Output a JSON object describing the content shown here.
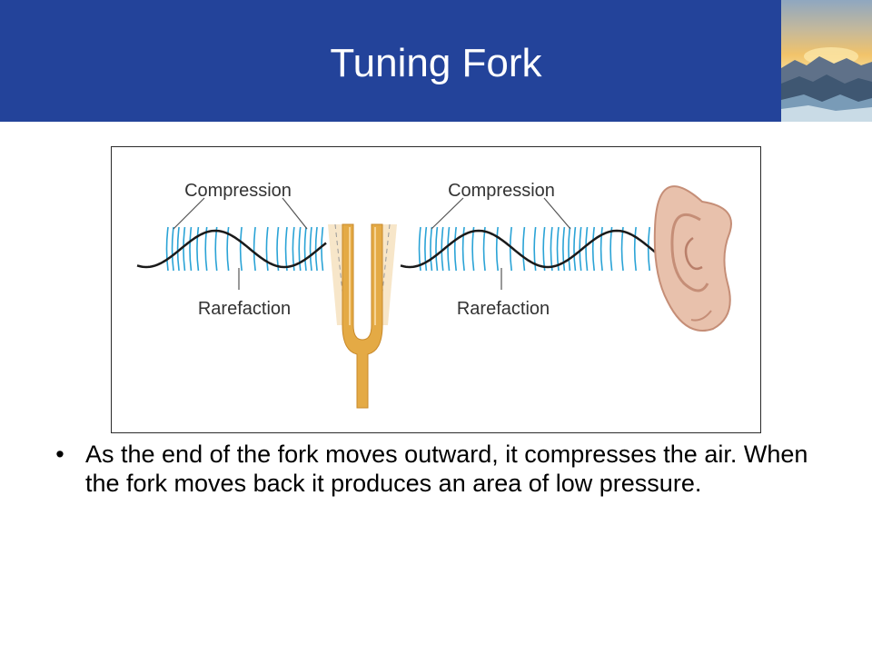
{
  "slide": {
    "title": "Tuning Fork",
    "colors": {
      "title_bar": "#23439a",
      "wave_lines": "#2aa3d6",
      "wave": "#1a1a1a",
      "fork": "#e4aa45",
      "ear": "#e8c1ac"
    }
  },
  "diagram": {
    "labels": {
      "compression_left": "Compression",
      "compression_right": "Compression",
      "rarefaction_left": "Rarefaction",
      "rarefaction_right": "Rarefaction"
    },
    "icons": [
      "tuning-fork-icon",
      "ear-icon",
      "sound-wave-icon"
    ]
  },
  "bullets": [
    "As the end of the fork moves outward, it compresses the air.  When the fork moves back it produces an area of low pressure."
  ],
  "bullet_symbol": "•"
}
